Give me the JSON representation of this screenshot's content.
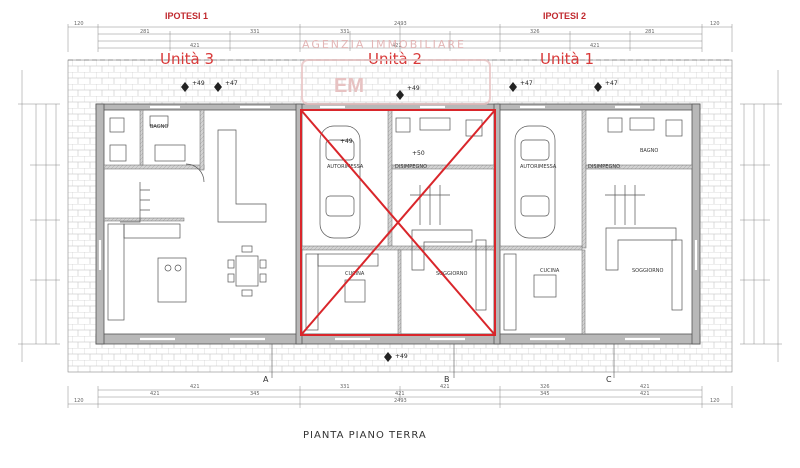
{
  "headers": {
    "ipotesi_1": "IPOTESI 1",
    "ipotesi_2": "IPOTESI 2"
  },
  "units": {
    "unit_3": "Unità 3",
    "unit_2": "Unità 2",
    "unit_1": "Unità 1"
  },
  "watermark": {
    "agency": "AGENZIA IMMOBILIARE",
    "logo": "EM"
  },
  "rooms": {
    "bagno_left": "BAGNO",
    "bagno_right": "BAGNO",
    "autorimessa_mid": "AUTORIMESSA",
    "autorimessa_right": "AUTORIMESSA",
    "disimpegno_mid": "DISIMPEGNO",
    "disimpegno_right": "DISIMPEGNO",
    "cucina_mid": "CUCINA",
    "cucina_right": "CUCINA",
    "soggiorno_mid": "SOGGIORNO",
    "soggiorno_right": "SOGGIORNO"
  },
  "levels": {
    "l1": "+49",
    "l2": "+47",
    "l3": "+49",
    "l4": "+47",
    "l5": "+47",
    "l6": "+49",
    "l7": "+50",
    "l8": "+49"
  },
  "dimensions": {
    "top_total": "2493",
    "top_left_end": "120",
    "top_right_end": "120",
    "bottom_total": "2493",
    "bottom_left_end": "120",
    "bottom_right_end": "120",
    "top_row_a": [
      "281",
      "331",
      "331",
      "326",
      "281"
    ],
    "top_row_b": [
      "421",
      "421",
      "421"
    ],
    "bottom_row_a": [
      "421",
      "331",
      "421",
      "326",
      "421"
    ],
    "bottom_row_b": [
      "421",
      "345",
      "421",
      "345",
      "421"
    ]
  },
  "sections": {
    "a": "A",
    "b": "B",
    "c": "C"
  },
  "caption": "PIANTA PIANO TERRA",
  "colors": {
    "accent_red": "#d9262b",
    "header_red": "#c0282d",
    "wall_gray": "#b8b8b8",
    "line_gray": "#777777"
  }
}
